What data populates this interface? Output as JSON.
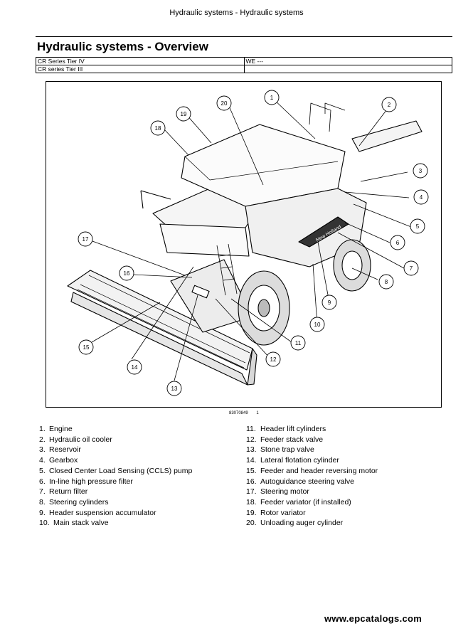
{
  "header": {
    "running_title": "Hydraulic systems - Hydraulic systems"
  },
  "section": {
    "title": "Hydraulic systems - Overview"
  },
  "applicability": [
    {
      "model": "CR Series Tier IV",
      "region": "WE ---"
    },
    {
      "model": "CR series Tier III",
      "region": ""
    }
  ],
  "figure": {
    "id": "83070849",
    "number": "1",
    "callouts": [
      "1",
      "2",
      "3",
      "4",
      "5",
      "6",
      "7",
      "8",
      "9",
      "10",
      "11",
      "12",
      "13",
      "14",
      "15",
      "16",
      "17",
      "18",
      "19",
      "20"
    ],
    "decal_text": "New Holland"
  },
  "legend": {
    "left": [
      {
        "num": "1.",
        "label": "Engine"
      },
      {
        "num": "2.",
        "label": "Hydraulic oil cooler"
      },
      {
        "num": "3.",
        "label": "Reservoir"
      },
      {
        "num": "4.",
        "label": "Gearbox"
      },
      {
        "num": "5.",
        "label": "Closed Center Load Sensing (CCLS) pump"
      },
      {
        "num": "6.",
        "label": "In-line high pressure filter"
      },
      {
        "num": "7.",
        "label": "Return filter"
      },
      {
        "num": "8.",
        "label": "Steering cylinders"
      },
      {
        "num": "9.",
        "label": "Header suspension accumulator"
      },
      {
        "num": "10.",
        "label": "Main stack valve"
      }
    ],
    "right": [
      {
        "num": "11.",
        "label": "Header lift cylinders"
      },
      {
        "num": "12.",
        "label": "Feeder stack valve"
      },
      {
        "num": "13.",
        "label": "Stone trap valve"
      },
      {
        "num": "14.",
        "label": "Lateral flotation cylinder"
      },
      {
        "num": "15.",
        "label": "Feeder and header reversing motor"
      },
      {
        "num": "16.",
        "label": "Autoguidance steering valve"
      },
      {
        "num": "17.",
        "label": "Steering motor"
      },
      {
        "num": "18.",
        "label": "Feeder variator (if installed)"
      },
      {
        "num": "19.",
        "label": "Rotor variator"
      },
      {
        "num": "20.",
        "label": "Unloading auger cylinder"
      }
    ]
  },
  "footer": {
    "website": "www.epcatalogs.com"
  }
}
